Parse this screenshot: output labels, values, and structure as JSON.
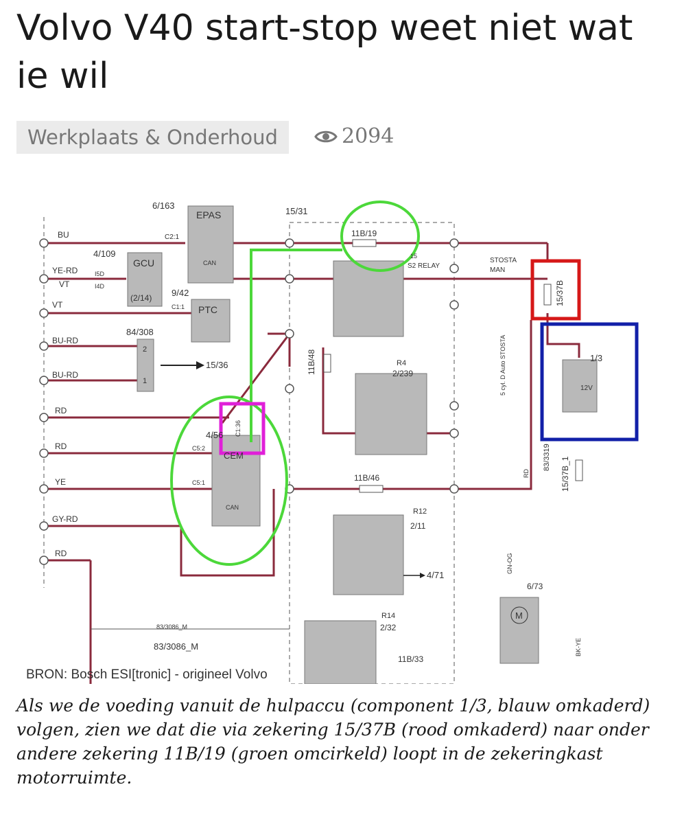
{
  "article": {
    "title": "Volvo V40 start-stop weet niet wat ie wil",
    "category": "Werkplaats & Onderhoud",
    "views": "2094",
    "caption": "Als we de voeding vanuit de hulpaccu (component 1/3, blauw omkaderd) volgen, zien we dat die via zekering 15/37B (rood omkaderd) naar onder andere zekering 11B/19 (groen omcirkeld) loopt in de zekeringkast motorruimte."
  },
  "diagram": {
    "source": "BRON: Bosch ESI[tronic] - origineel Volvo",
    "wire_labels": [
      "BU",
      "YE-RD",
      "VT",
      "VT",
      "BU-RD",
      "BU-RD",
      "RD",
      "RD",
      "YE",
      "GY-RD",
      "RD"
    ],
    "components": {
      "epas_ref": "6/163",
      "epas": "EPAS",
      "gcu_ref": "4/109",
      "gcu": "GCU",
      "gcu_sub": "(2/14)",
      "ptc_ref": "9/42",
      "ptc": "PTC",
      "conn_ref": "84/308",
      "conn_1": "2",
      "conn_2": "1",
      "conn_target": "15/36",
      "cem_ref": "4/56",
      "cem": "CEM",
      "box_ref": "15/31",
      "fuse_top": "11B/19",
      "fuse_48": "11B/48",
      "fuse_46": "11B/46",
      "fuse_33": "11B/33",
      "fuse_37b": "15/37B",
      "fuse_37b1": "15/37B_1",
      "s2_relay": "S2 RELAY",
      "s2_ref": "15",
      "r4": "R4",
      "r4_ref": "2/239",
      "r12": "R12",
      "r12_ref": "2/11",
      "r12_target": "4/71",
      "r14": "R14",
      "r14_ref": "2/32",
      "battery_ref": "1/3",
      "battery": "12V",
      "motor_ref": "6/73",
      "motor": "M",
      "ground_ref": "83/3086_M",
      "ground_2": "83/3319",
      "stosta": "STOSTA",
      "stosta_man": "MAN",
      "stosta_auto": "5 cyl. D Auto STOSTA",
      "pins": {
        "c2_1": "C2:1",
        "c1_1": "C1:1",
        "c5_2": "C5:2",
        "c5_1": "C5:1",
        "c1_36": "C1:36",
        "i5d": "I5D",
        "i4d": "I4D"
      },
      "can": "CAN",
      "gn_og": "GN-OG",
      "bk_ye": "BK-YE",
      "rd": "RD"
    }
  },
  "colors": {
    "wire": "#8a2a3c",
    "green": "#4cd83a",
    "red_box": "#d61818",
    "blue_box": "#1220a8",
    "magenta": "#e020d8",
    "component": "#b9b9b9"
  }
}
